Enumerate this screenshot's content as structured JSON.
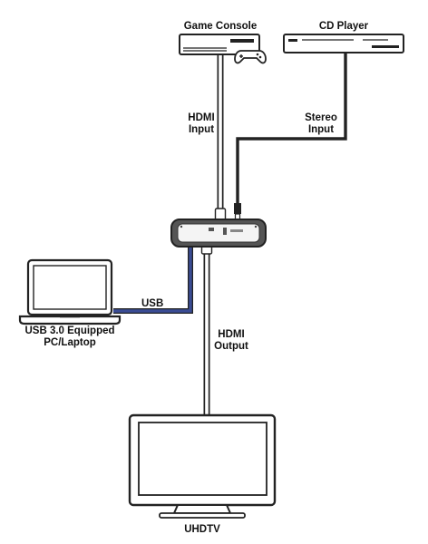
{
  "devices": {
    "game_console": "Game Console",
    "cd_player": "CD Player",
    "pc_line1": "USB 3.0 Equipped",
    "pc_line2": "PC/Laptop",
    "tv": "UHDTV"
  },
  "connections": {
    "hdmi_input_line1": "HDMI",
    "hdmi_input_line2": "Input",
    "stereo_input_line1": "Stereo",
    "stereo_input_line2": "Input",
    "usb": "USB",
    "hdmi_output_line1": "HDMI",
    "hdmi_output_line2": "Output"
  },
  "colors": {
    "usb_cable": "#3a4c95",
    "device_outline": "#222222",
    "hub_body": "#555555"
  }
}
